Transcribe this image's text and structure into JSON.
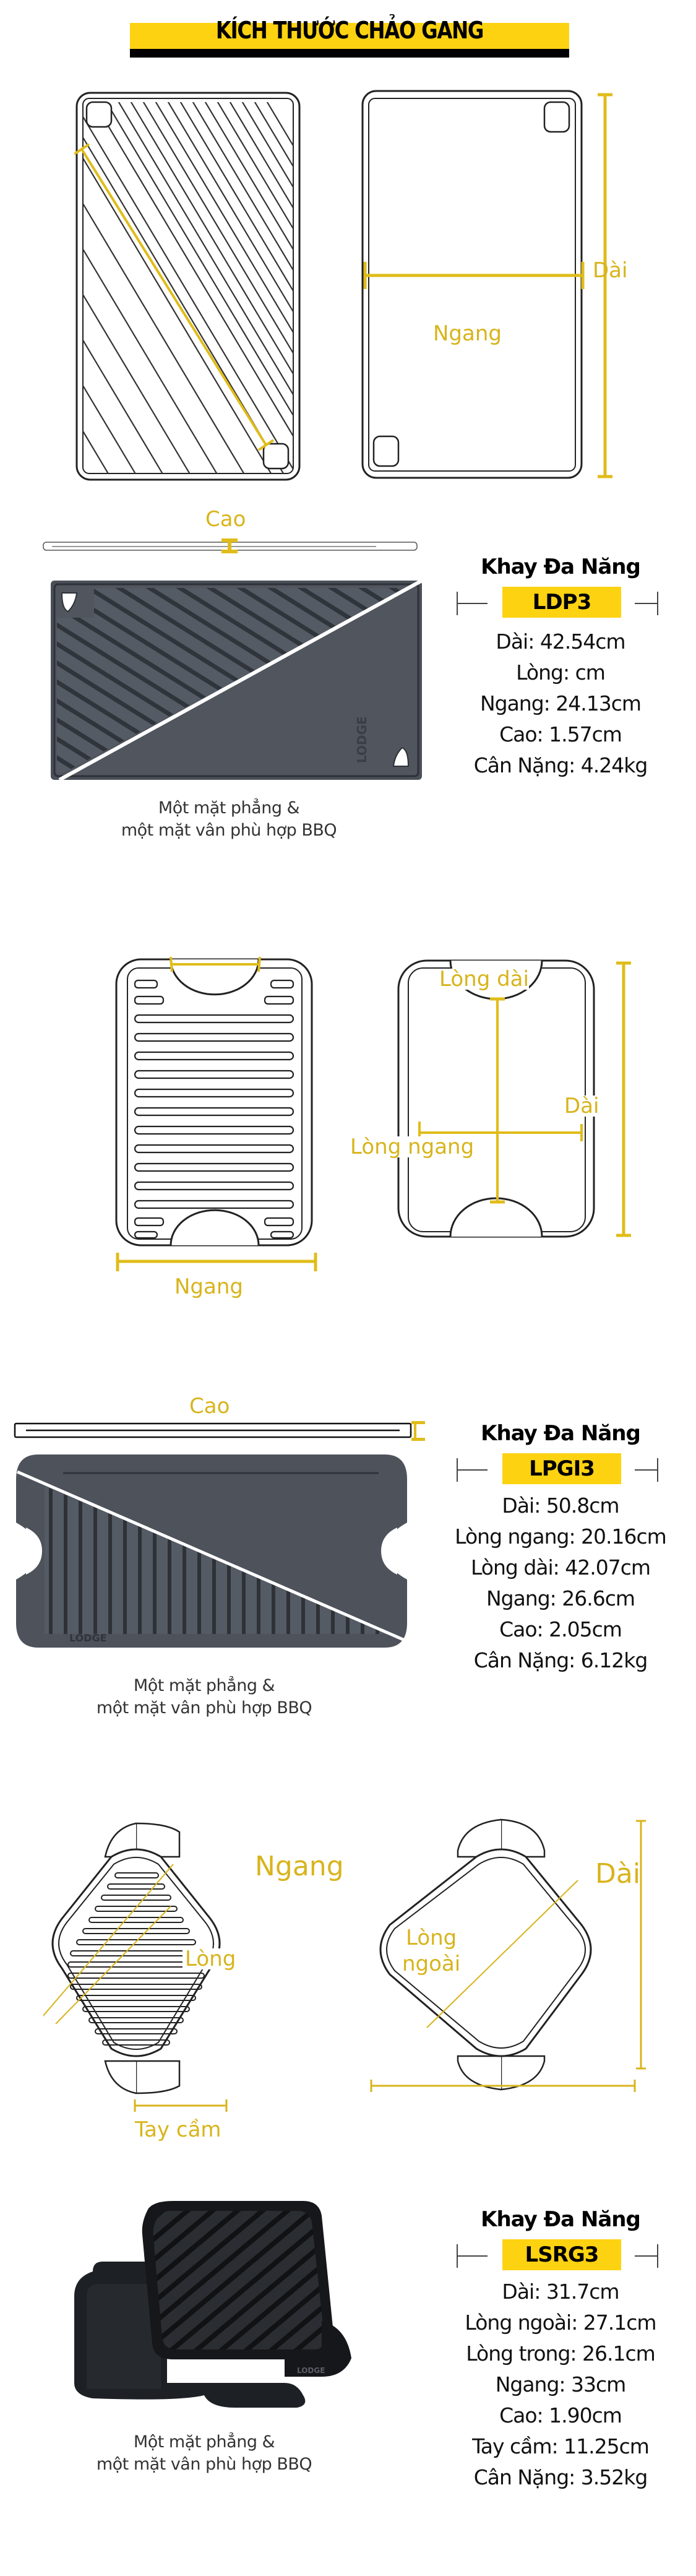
{
  "header": {
    "title": "KÍCH THƯỚC CHẢO GANG"
  },
  "colors": {
    "accent_yellow": "#FDD211",
    "dimension_gold": "#D8B41C",
    "cast_iron": "#4a4f58",
    "text": "#111111"
  },
  "products": [
    {
      "model": "LDP3",
      "name": "Khay Đa Năng",
      "drawing_labels": {
        "length": "Dài",
        "width": "Ngang",
        "height": "Cao"
      },
      "specs": [
        "Dài: 42.54cm",
        "Lòng: cm",
        "Ngang: 24.13cm",
        "Cao: 1.57cm",
        "Cân Nặng: 4.24kg"
      ],
      "caption_line1": "Một mặt phẳng &",
      "caption_line2": "một mặt vân phù hợp BBQ",
      "photo_brand": "LODGE"
    },
    {
      "model": "LPGI3",
      "name": "Khay Đa Năng",
      "drawing_labels": {
        "width": "Ngang",
        "inner_length": "Lòng dài",
        "inner_width": "Lòng ngang",
        "length": "Dài",
        "height": "Cao"
      },
      "specs": [
        "Dài: 50.8cm",
        "Lòng ngang: 20.16cm",
        "Lòng dài: 42.07cm",
        "Ngang: 26.6cm",
        "Cao: 2.05cm",
        "Cân Nặng: 6.12kg"
      ],
      "caption_line1": "Một mặt phẳng &",
      "caption_line2": "một mặt vân phù hợp BBQ",
      "photo_brand": "LODGE"
    },
    {
      "model": "LSRG3",
      "name": "Khay Đa Năng",
      "drawing_labels": {
        "width": "Ngang",
        "inner": "Lòng",
        "handle": "Tay cầm",
        "length": "Dài",
        "outer_inner_line1": "Lòng",
        "outer_inner_line2": "ngoài"
      },
      "specs": [
        "Dài: 31.7cm",
        "Lòng ngoài: 27.1cm",
        "Lòng trong: 26.1cm",
        "Ngang: 33cm",
        "Cao: 1.90cm",
        "Tay cầm: 11.25cm",
        "Cân Nặng: 3.52kg"
      ],
      "caption_line1": "Một mặt phẳng &",
      "caption_line2": "một mặt vân phù hợp BBQ",
      "photo_brand": "LODGE"
    }
  ]
}
